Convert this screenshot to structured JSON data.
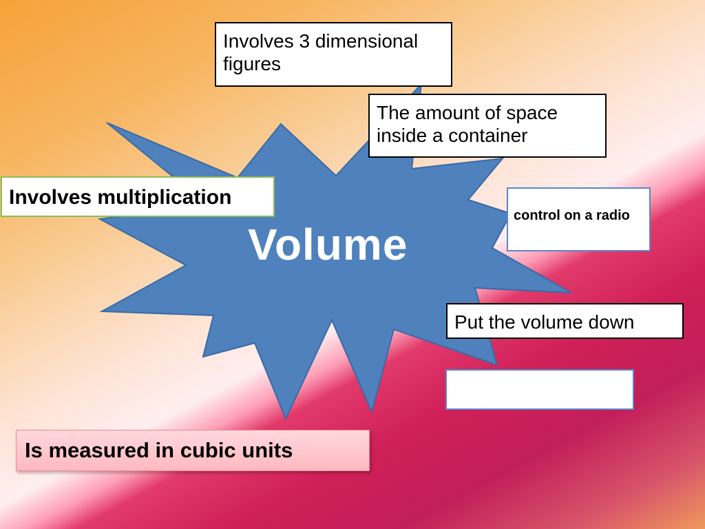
{
  "slide": {
    "center_title": "Volume",
    "facts": {
      "dimensional": "Involves 3 dimensional figures",
      "space": "The amount of space inside a container",
      "multiplication": "Involves multiplication",
      "radio": " control on a radio",
      "down": "Put the volume down",
      "empty": "",
      "cubic": "Is measured in cubic units"
    }
  },
  "colors": {
    "starburst_fill": "#4f81bd",
    "starburst_stroke": "#3a6aa6",
    "title_text": "#ffffff",
    "box_border_black": "#000000",
    "box_border_blue": "#5b86c8",
    "box_border_green": "#8dbb5a",
    "cubic_box_fill": "#ffc4ca"
  }
}
